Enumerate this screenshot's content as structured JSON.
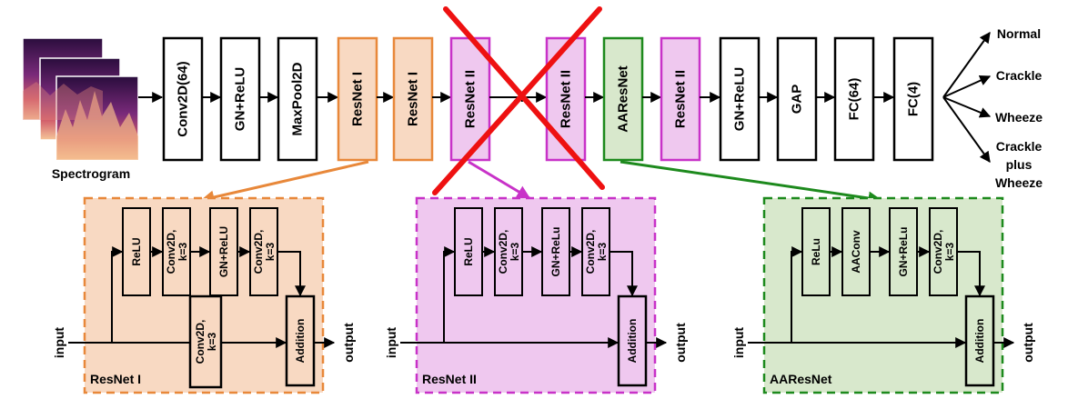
{
  "input_label": "Spectrogram",
  "pipeline": [
    {
      "label": "Conv2D(64)",
      "style": "plain"
    },
    {
      "label": "GN+ReLU",
      "style": "plain"
    },
    {
      "label": "MaxPool2D",
      "style": "plain"
    },
    {
      "label": "ResNet I",
      "style": "orange"
    },
    {
      "label": "ResNet I",
      "style": "orange"
    },
    {
      "label": "ResNet II",
      "style": "purple"
    },
    {
      "label": "ResNet II",
      "style": "purple"
    },
    {
      "label": "AAResNet",
      "style": "green"
    },
    {
      "label": "ResNet II",
      "style": "purple"
    },
    {
      "label": "GN+ReLU",
      "style": "plain"
    },
    {
      "label": "GAP",
      "style": "plain"
    },
    {
      "label": "FC(64)",
      "style": "plain"
    },
    {
      "label": "FC(4)",
      "style": "plain"
    }
  ],
  "outputs": [
    "Normal",
    "Crackle",
    "Wheeze",
    "Crackle plus Wheeze"
  ],
  "colors": {
    "orange_border": "#e8883a",
    "orange_fill": "#f8d9c2",
    "purple_border": "#c832c8",
    "purple_fill": "#efc8ef",
    "green_border": "#1d8a1d",
    "green_fill": "#d8e8cc",
    "cross": "#ee1111"
  },
  "blocks": [
    {
      "name": "ResNet I",
      "ops": [
        "ReLU",
        "Conv2D, k=3",
        "GN+ReLU",
        "Conv2D, k=3"
      ],
      "shortcut": "Conv2D, k=3",
      "add": "Addition",
      "in": "input",
      "out": "output"
    },
    {
      "name": "ResNet II",
      "ops": [
        "ReLU",
        "Conv2D, k=3",
        "GN+ReLu",
        "Conv2D, k=3"
      ],
      "shortcut": null,
      "add": "Addition",
      "in": "input",
      "out": "output"
    },
    {
      "name": "AAResNet",
      "ops": [
        "ReLu",
        "AAConv",
        "GN+ReLu",
        "Conv2D, k=3"
      ],
      "shortcut": null,
      "add": "Addition",
      "in": "input",
      "out": "output"
    }
  ]
}
